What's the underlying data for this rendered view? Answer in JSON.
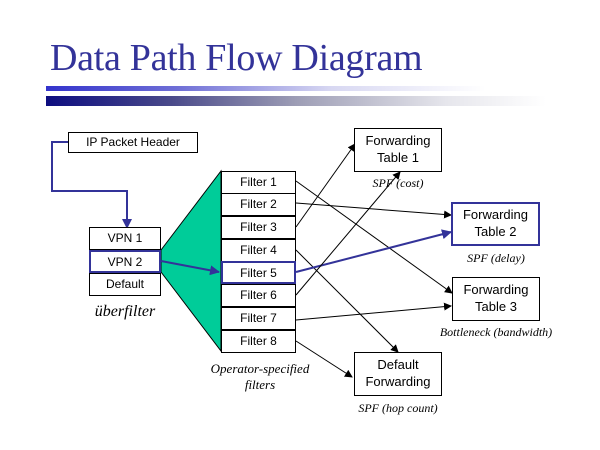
{
  "title": "Data Path Flow Diagram",
  "colors": {
    "accent": "#333399",
    "wedge": "#00cc99"
  },
  "header_box": "IP Packet Header",
  "uberfilter": {
    "items": [
      "VPN 1",
      "VPN 2",
      "Default"
    ],
    "selected": "VPN 2",
    "label": "überfilter"
  },
  "filters": {
    "items": [
      "Filter 1",
      "Filter 2",
      "Filter 3",
      "Filter 4",
      "Filter 5",
      "Filter 6",
      "Filter 7",
      "Filter 8"
    ],
    "selected": "Filter 5",
    "label_line1": "Operator-specified",
    "label_line2": "filters"
  },
  "tables": [
    {
      "id": "ft1",
      "line1": "Forwarding",
      "line2": "Table 1",
      "caption": "SPF (cost)"
    },
    {
      "id": "ft2",
      "line1": "Forwarding",
      "line2": "Table 2",
      "caption": "SPF (delay)",
      "highlighted": true
    },
    {
      "id": "ft3",
      "line1": "Forwarding",
      "line2": "Table 3",
      "caption": "Bottleneck (bandwidth)"
    },
    {
      "id": "default",
      "line1": "Default",
      "line2": "Forwarding",
      "caption": "SPF (hop count)"
    }
  ],
  "connections": [
    {
      "from": "Filter 1",
      "to": "Forwarding Table 3"
    },
    {
      "from": "Filter 2",
      "to": "Forwarding Table 2"
    },
    {
      "from": "Filter 3",
      "to": "Forwarding Table 1"
    },
    {
      "from": "Filter 4",
      "to": "Default Forwarding"
    },
    {
      "from": "Filter 5",
      "to": "Forwarding Table 2",
      "highlighted": true
    },
    {
      "from": "Filter 6",
      "to": "Forwarding Table 1"
    },
    {
      "from": "Filter 7",
      "to": "Forwarding Table 3"
    },
    {
      "from": "Filter 8",
      "to": "Default Forwarding"
    }
  ]
}
